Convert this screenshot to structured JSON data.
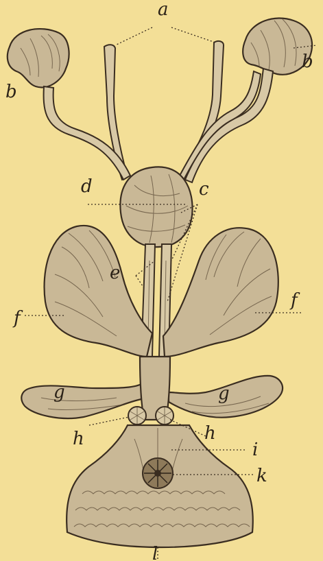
{
  "figure": {
    "labels": {
      "a": "a",
      "b_left": "b",
      "b_right": "b",
      "c": "c",
      "d": "d",
      "e": "e",
      "f_left": "f",
      "f_right": "f",
      "g_left": "g",
      "g_right": "g",
      "h_left": "h",
      "h_right": "h",
      "i": "i",
      "k": "k",
      "l": "l"
    }
  },
  "colors": {
    "paper": "#f3df97",
    "ink": "#3a2d20",
    "organ_fill": "#c9b896"
  }
}
